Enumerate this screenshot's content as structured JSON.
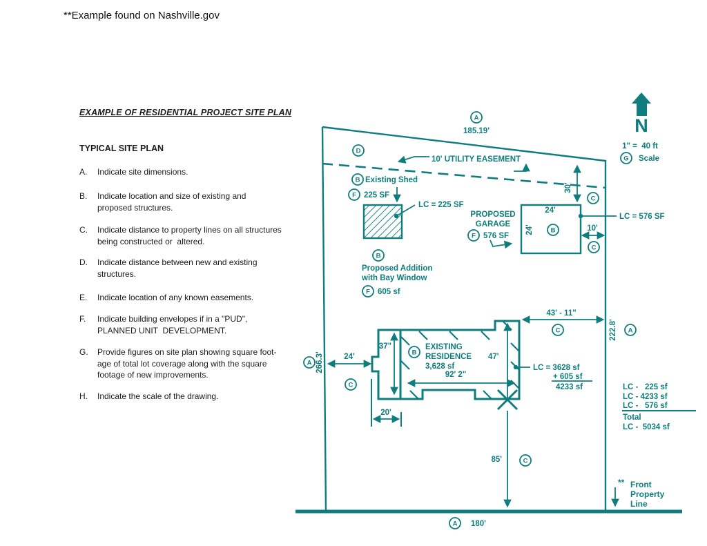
{
  "page": {
    "note": "**Example found on Nashville.gov"
  },
  "left_panel": {
    "title": "EXAMPLE OF RESIDENTIAL PROJECT SITE PLAN",
    "subtitle": "TYPICAL SITE PLAN",
    "items": [
      {
        "letter": "A.",
        "lines": [
          "Indicate site dimensions."
        ]
      },
      {
        "letter": "B.",
        "lines": [
          "Indicate location and size of existing and",
          "proposed structures."
        ]
      },
      {
        "letter": "C.",
        "lines": [
          "Indicate distance to property lines on all structures",
          "being constructed or  altered."
        ]
      },
      {
        "letter": "D.",
        "lines": [
          "Indicate distance between new and existing",
          "structures."
        ]
      },
      {
        "letter": "E.",
        "lines": [
          "Indicate location of any known easements."
        ]
      },
      {
        "letter": "F.",
        "lines": [
          "Indicate building envelopes if in a \"PUD\",",
          "PLANNED UNIT  DEVELOPMENT."
        ]
      },
      {
        "letter": "G.",
        "lines": [
          "Provide figures on site plan showing square foot-",
          "age of total lot coverage along with the square",
          "footage of new improvements."
        ]
      },
      {
        "letter": "H.",
        "lines": [
          "Indicate the scale of the drawing."
        ]
      }
    ]
  },
  "diagram": {
    "letters": {
      "a": "A",
      "b": "B",
      "c": "C",
      "d": "D",
      "f": "F",
      "g": "G"
    },
    "compass": {
      "n": "N",
      "scale_value": "1\" =  40 ft",
      "scale_label": "Scale"
    },
    "dims": {
      "top_width": "185.19'",
      "easement": "10' UTILITY EASEMENT",
      "easement_depth": "30'",
      "garage_width": "24'",
      "garage_depth": "24'",
      "garage_side_gap": "10'",
      "left_depth": "266.3'",
      "house_side_gap": "24'",
      "house_37": "37\"",
      "house_47": "47'",
      "house_width": "92' 2\"",
      "house_20": "20'",
      "rear_gap": "43' - 11\"",
      "right_depth": "222.8'",
      "front_setback": "85'",
      "front_width": "180'"
    },
    "shed": {
      "name": "Existing Shed",
      "area": "225 SF",
      "lc": "LC = 225 SF"
    },
    "garage": {
      "name_line1": "PROPOSED",
      "name_line2": "GARAGE",
      "area": "576 SF",
      "lc": "LC = 576 SF"
    },
    "addition": {
      "name_line1": "Proposed Addition",
      "name_line2": "with Bay Window",
      "area": "605 sf"
    },
    "residence": {
      "name_line1": "EXISTING",
      "name_line2": "RESIDENCE",
      "area": "3,628 sf",
      "lc_line1": "LC = 3628 sf",
      "lc_line2": "+ 605 sf",
      "lc_line3": "4233 sf"
    },
    "totals": {
      "row1": "LC -   225 sf",
      "row2": "LC - 4233 sf",
      "row3": "LC -   576 sf",
      "row4": "Total",
      "row5": "LC -  5034 sf"
    },
    "front_property": {
      "stars": "**",
      "line1": "Front",
      "line2": "Property",
      "line3": "Line"
    }
  },
  "colors": {
    "teal": "#0f7d7d",
    "garage_fill": "#e7f2f2",
    "ink": "#1c1c1c"
  }
}
